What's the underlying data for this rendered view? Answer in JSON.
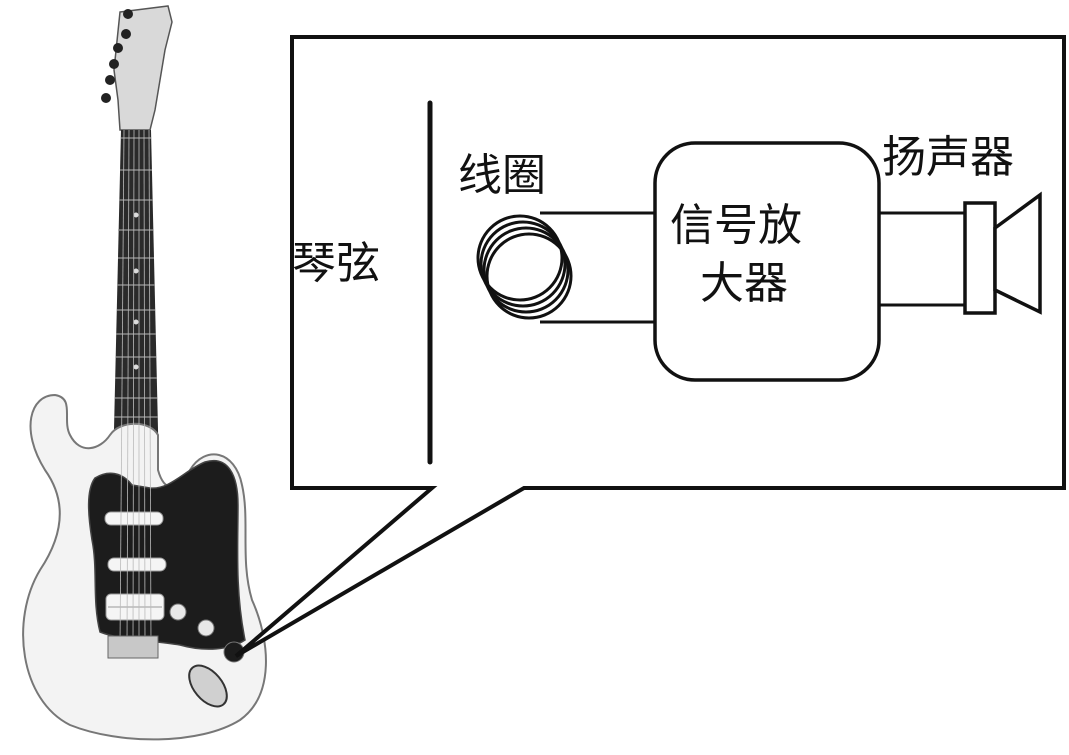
{
  "labels": {
    "string": "琴弦",
    "coil": "线圈",
    "amplifier_line1": "信号放",
    "amplifier_line2": "大器",
    "speaker": "扬声器"
  },
  "colors": {
    "ink": "#111111",
    "guitar_body": "#f3f3f3",
    "pickguard": "#1c1c1c",
    "fretboard": "#2a2a2a",
    "headstock": "#d9d9d9",
    "pickup": "#f5f5f5",
    "metal": "#c8c8c8"
  }
}
